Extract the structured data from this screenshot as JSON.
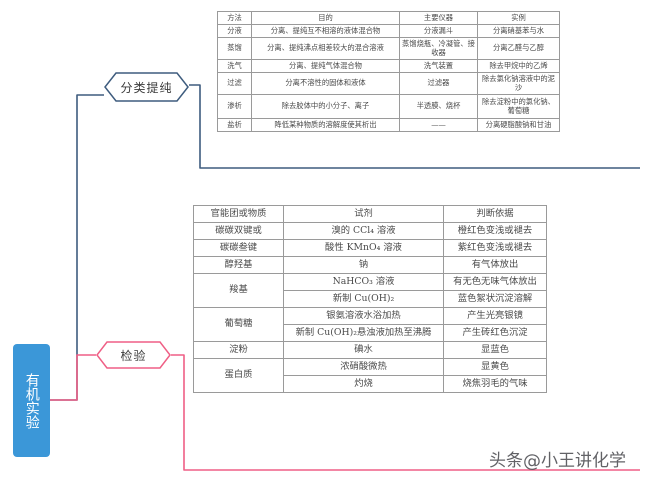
{
  "root": {
    "label": "有机实验",
    "color": "#3b97d8"
  },
  "branches": [
    {
      "id": "purify",
      "label": "分类提纯",
      "stroke": "#3e5c7e"
    },
    {
      "id": "identify",
      "label": "检验",
      "stroke": "#ef5f85"
    }
  ],
  "table_purify": {
    "headers": [
      "方法",
      "目的",
      "主要仪器",
      "实例"
    ],
    "rows": [
      [
        "分液",
        "分离、提纯互不相溶的液体混合物",
        "分液漏斗",
        "分离硝基苯与水"
      ],
      [
        "蒸馏",
        "分离、提纯沸点相差较大的混合溶液",
        "蒸馏烧瓶、冷凝管、接收器",
        "分离乙醛与乙醇"
      ],
      [
        "洗气",
        "分离、提纯气体混合物",
        "洗气装置",
        "除去甲烷中的乙烯"
      ],
      [
        "过滤",
        "分离不溶性的固体和液体",
        "过滤器",
        "除去氯化钠溶液中的泥沙"
      ],
      [
        "渗析",
        "除去胶体中的小分子、离子",
        "半透膜、烧杯",
        "除去淀粉中的氯化钠、葡萄糖"
      ],
      [
        "盐析",
        "降低某种物质的溶解度使其析出",
        "——",
        "分离硬脂酸钠和甘油"
      ]
    ]
  },
  "table_identify": {
    "headers": [
      "官能团或物质",
      "试剂",
      "判断依据"
    ],
    "rows": [
      {
        "substance": "碳碳双键或",
        "rowspan": 1,
        "reagent": "溴的 CCl₄ 溶液",
        "basis": "橙红色变浅或褪去"
      },
      {
        "substance": "碳碳叁键",
        "rowspan": 1,
        "reagent": "酸性 KMnO₄ 溶液",
        "basis": "紫红色变浅或褪去"
      },
      {
        "substance": "醇羟基",
        "rowspan": 1,
        "reagent": "钠",
        "basis": "有气体放出"
      },
      {
        "substance": "羧基",
        "rowspan": 2,
        "reagent": "NaHCO₃ 溶液",
        "basis": "有无色无味气体放出"
      },
      {
        "substance": "",
        "rowspan": 0,
        "reagent": "新制 Cu(OH)₂",
        "basis": "蓝色絮状沉淀溶解"
      },
      {
        "substance": "葡萄糖",
        "rowspan": 2,
        "reagent": "银氨溶液水浴加热",
        "basis": "产生光亮银镜"
      },
      {
        "substance": "",
        "rowspan": 0,
        "reagent": "新制 Cu(OH)₂悬浊液加热至沸腾",
        "basis": "产生砖红色沉淀"
      },
      {
        "substance": "淀粉",
        "rowspan": 1,
        "reagent": "碘水",
        "basis": "显蓝色"
      },
      {
        "substance": "蛋白质",
        "rowspan": 2,
        "reagent": "浓硝酸微热",
        "basis": "显黄色"
      },
      {
        "substance": "",
        "rowspan": 0,
        "reagent": "灼烧",
        "basis": "烧焦羽毛的气味"
      }
    ]
  },
  "watermark": {
    "prefix": "头条",
    "at": "@",
    "handle": "小王讲化学"
  }
}
